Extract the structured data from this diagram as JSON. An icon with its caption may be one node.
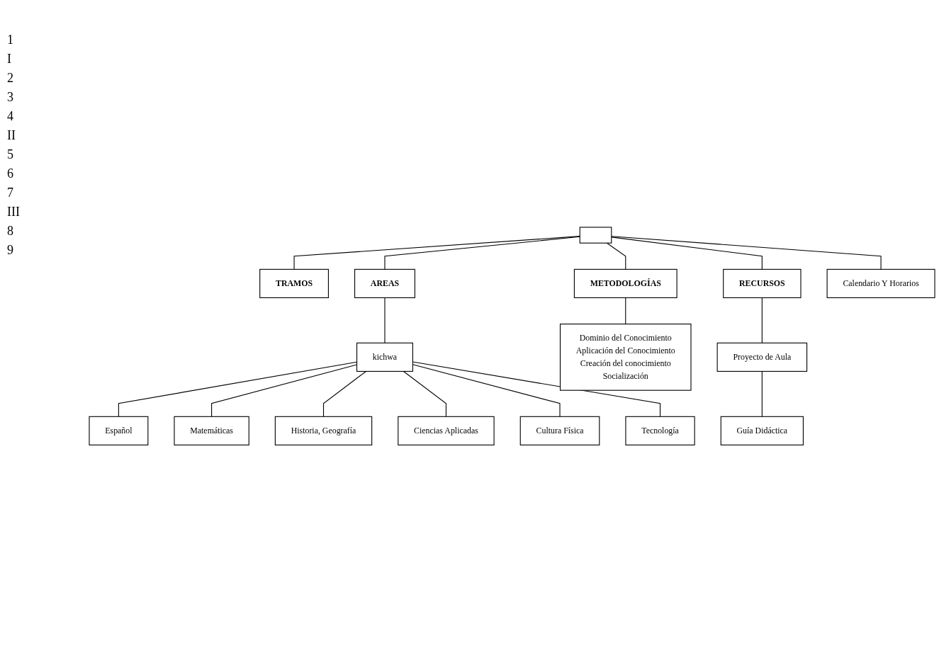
{
  "diagram": {
    "nodes": [
      {
        "text": [],
        "shape": "box"
      },
      {
        "text": [
          "TRAMOS"
        ]
      },
      {
        "text": [
          "AREAS"
        ]
      },
      {
        "text": [
          "METODOLOGÍAS"
        ]
      },
      {
        "text": [
          "RECURSOS"
        ]
      },
      {
        "text": [
          "Calendario Y Horarios"
        ]
      },
      {
        "text": [
          "kichwa"
        ]
      },
      {
        "text": [
          "Español"
        ]
      },
      {
        "text": [
          "Matemáticas"
        ]
      },
      {
        "text": [
          "Historia, Geografía"
        ]
      },
      {
        "text": [
          "Ciencias Aplicadas"
        ]
      },
      {
        "text": [
          "Cultura Física"
        ]
      },
      {
        "text": [
          "Tecnología"
        ]
      },
      {
        "text": [
          "Dominio del Conocimiento",
          "Aplicación del Conocimiento",
          "Creación del conocimiento",
          "Socialización"
        ]
      },
      {
        "text": [
          "Proyecto de Aula"
        ]
      },
      {
        "text": [
          "Guía Didáctica"
        ]
      }
    ],
    "edges": [
      {
        "from": 0,
        "to": 1,
        "arrow": "none"
      },
      {
        "from": 0,
        "to": 2,
        "arrow": "none"
      },
      {
        "from": 0,
        "to": 3,
        "arrow": "none"
      },
      {
        "from": 0,
        "to": 4,
        "arrow": "none"
      },
      {
        "from": 0,
        "to": 5,
        "arrow": "none"
      },
      {
        "from": 2,
        "to": 6,
        "arrow": "none"
      },
      {
        "from": 6,
        "to": 7,
        "arrow": "none"
      },
      {
        "from": 6,
        "to": 8,
        "arrow": "none"
      },
      {
        "from": 6,
        "to": 9,
        "arrow": "none"
      },
      {
        "from": 6,
        "to": 10,
        "arrow": "none"
      },
      {
        "from": 6,
        "to": 11,
        "arrow": "none"
      },
      {
        "from": 6,
        "to": 12,
        "arrow": "none"
      },
      {
        "from": 3,
        "to": 13,
        "arrow": "none"
      },
      {
        "from": 4,
        "to": 14,
        "arrow": "none"
      },
      {
        "from": 14,
        "to": 15,
        "arrow": "none"
      }
    ],
    "labels": [
      "1",
      "I",
      "2",
      "3",
      "4",
      "II",
      "5",
      "6",
      "7",
      "III",
      "8",
      "9"
    ]
  }
}
